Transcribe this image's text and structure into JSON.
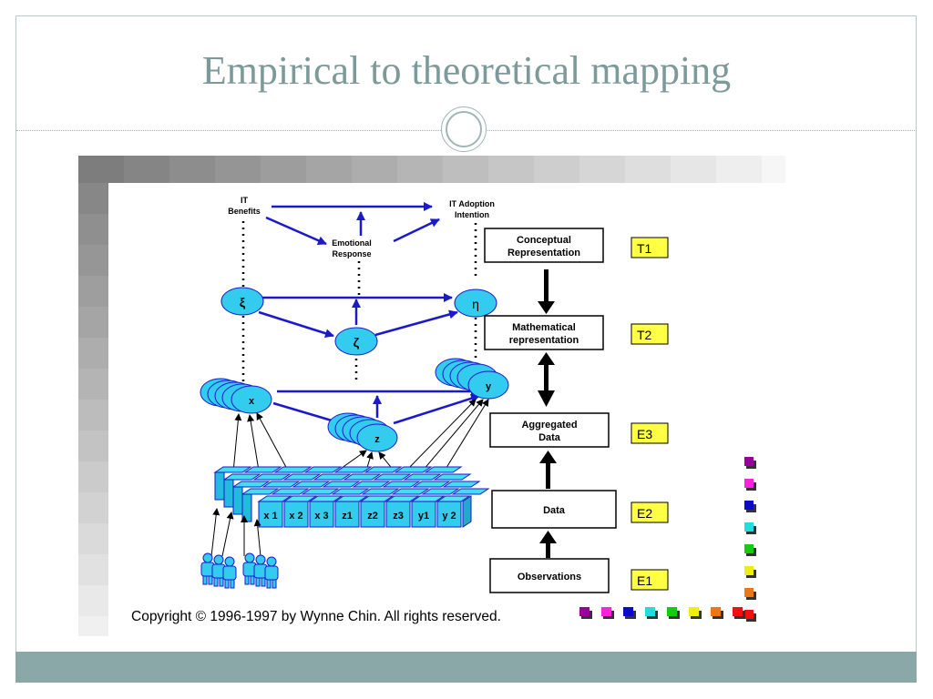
{
  "slide": {
    "title": "Empirical to theoretical mapping"
  },
  "diagram": {
    "top": {
      "it_benefits": [
        "IT",
        "Benefits"
      ],
      "emotional_response": [
        "Emotional",
        "Response"
      ],
      "it_adoption": [
        "IT Adoption",
        "Intention"
      ]
    },
    "latent": {
      "xi": "ξ",
      "zeta": "ζ",
      "eta": "η"
    },
    "indicators": {
      "x": "x",
      "z": "z",
      "y": "y"
    },
    "cubes": [
      "x 1",
      "x 2",
      "x 3",
      "z1",
      "z2",
      "z3",
      "y1",
      "y 2"
    ],
    "levels": [
      {
        "label": [
          "Conceptual",
          "Representation"
        ],
        "tag": "T1"
      },
      {
        "label": [
          "Mathematical",
          "representation"
        ],
        "tag": "T2"
      },
      {
        "label": [
          "Aggregated",
          "Data"
        ],
        "tag": "E3"
      },
      {
        "label": [
          "Data"
        ],
        "tag": "E2"
      },
      {
        "label": [
          "Observations"
        ],
        "tag": "E1"
      }
    ],
    "copyright": "Copyright © 1996-1997 by Wynne Chin.  All rights reserved."
  },
  "colors": {
    "accent": "#7d9a9b",
    "node_fill": "#33ccee",
    "arrow_blue": "#1a1acc",
    "tag_yellow": "#ffff44",
    "squares": [
      "#990099",
      "#ff22dd",
      "#0a0acc",
      "#22dddd",
      "#11cc11",
      "#eeee11",
      "#ee7711",
      "#ee1111"
    ]
  }
}
